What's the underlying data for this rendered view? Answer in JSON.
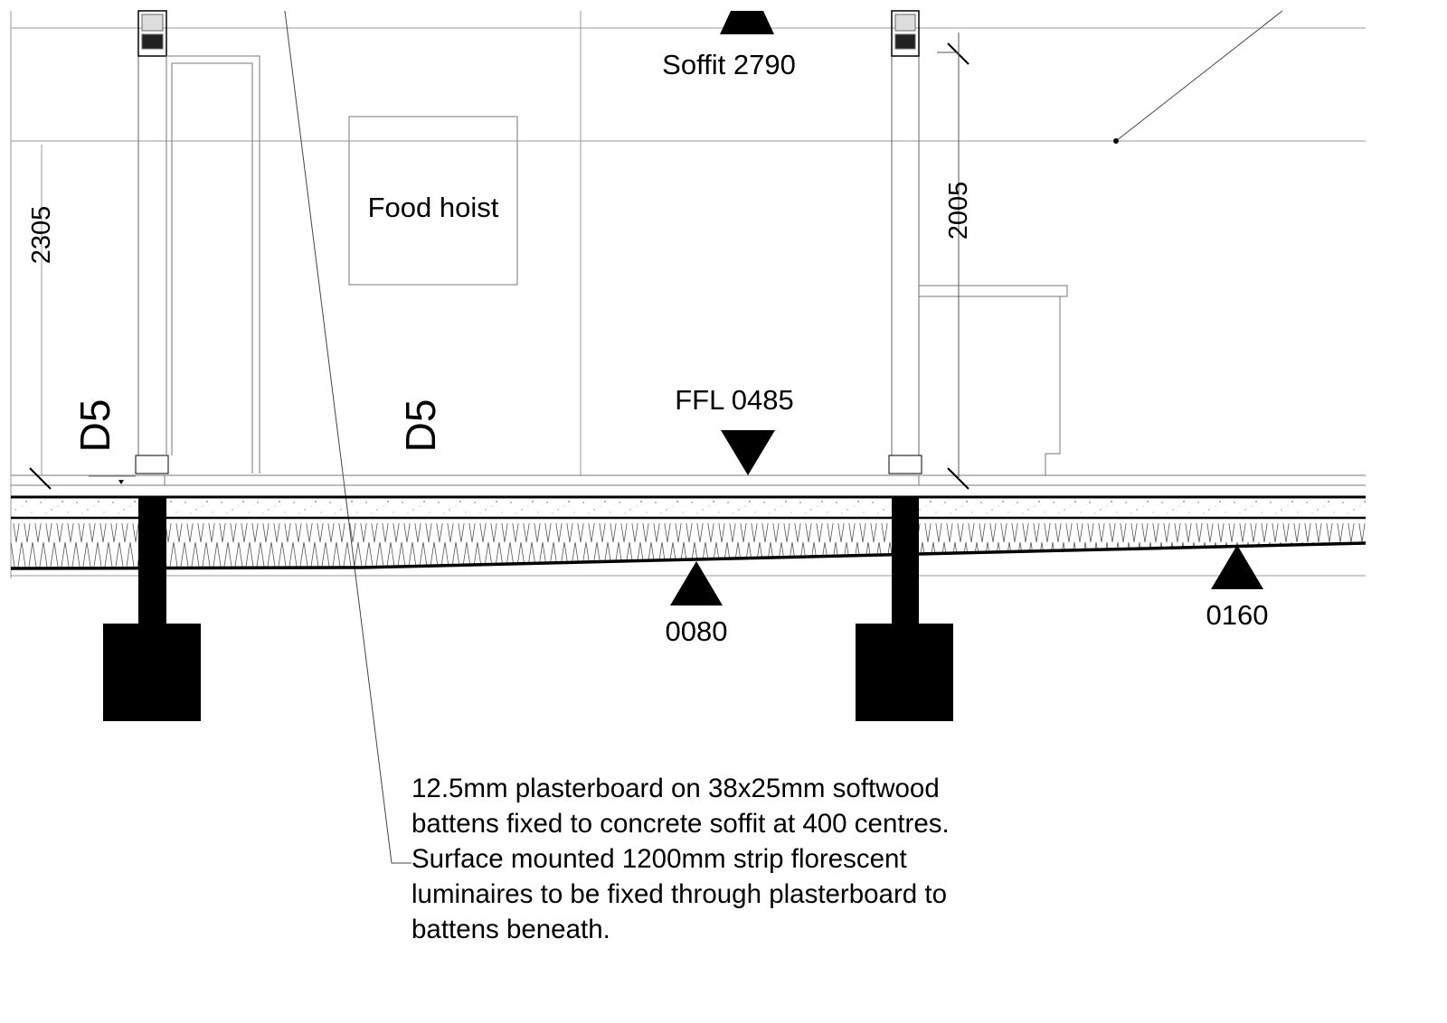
{
  "levels": {
    "soffit": "Soffit 2790",
    "ffl": "FFL 0485",
    "left_bottom": "0080",
    "right_bottom": "0160"
  },
  "dimensions": {
    "left": "2305",
    "right": "2005"
  },
  "tags": {
    "door_left": "D5",
    "door_mid": "D5"
  },
  "rooms": {
    "hoist": "Food hoist"
  },
  "note": {
    "lines": [
      "12.5mm plasterboard on 38x25mm softwood",
      "battens fixed to concrete soffit at 400 centres.",
      "Surface mounted 1200mm strip florescent",
      "luminaires to be fixed through plasterboard to",
      "battens beneath."
    ]
  },
  "colors": {
    "ink": "#000000",
    "grid": "#9a9a9a"
  }
}
